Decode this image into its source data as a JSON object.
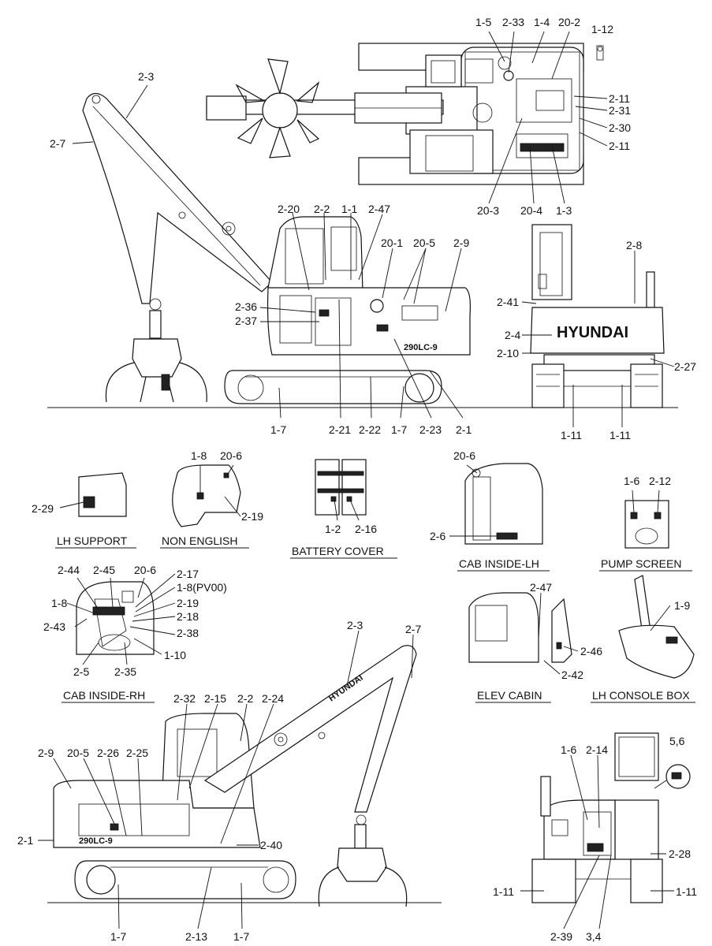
{
  "brand_text": "HYUNDAI",
  "model_text": "290LC-9",
  "captions": {
    "lh_support": "LH SUPPORT",
    "non_english": "NON ENGLISH",
    "battery_cover": "BATTERY COVER",
    "cab_inside_lh": "CAB INSIDE-LH",
    "pump_screen": "PUMP SCREEN",
    "cab_inside_rh": "CAB INSIDE-RH",
    "elev_cabin": "ELEV CABIN",
    "lh_console_box": "LH CONSOLE BOX"
  },
  "labels": {
    "top_1_5": "1-5",
    "top_2_33": "2-33",
    "top_1_4": "1-4",
    "top_20_2": "20-2",
    "top_1_12": "1-12",
    "top_2_11a": "2-11",
    "top_2_31": "2-31",
    "top_2_30": "2-30",
    "top_2_11b": "2-11",
    "top_20_3": "20-3",
    "top_20_4": "20-4",
    "top_1_3": "1-3",
    "lh_2_3": "2-3",
    "lh_2_7": "2-7",
    "lh_2_20": "2-20",
    "lh_2_2": "2-2",
    "lh_1_1": "1-1",
    "lh_2_47": "2-47",
    "lh_20_1": "20-1",
    "lh_20_5": "20-5",
    "lh_2_9": "2-9",
    "lh_2_36": "2-36",
    "lh_2_37": "2-37",
    "lh_1_7a": "1-7",
    "lh_2_21": "2-21",
    "lh_2_22": "2-22",
    "lh_1_7b": "1-7",
    "lh_2_23": "2-23",
    "lh_2_1": "2-1",
    "rear_2_8": "2-8",
    "rear_2_41": "2-41",
    "rear_2_4": "2-4",
    "rear_2_10": "2-10",
    "rear_2_27": "2-27",
    "rear_1_11a": "1-11",
    "rear_1_11b": "1-11",
    "sup_2_29": "2-29",
    "ne_1_8": "1-8",
    "ne_20_6": "20-6",
    "ne_2_19": "2-19",
    "bat_1_2": "1-2",
    "bat_2_16": "2-16",
    "cil_20_6": "20-6",
    "cil_2_6": "2-6",
    "ps_1_6": "1-6",
    "ps_2_12": "2-12",
    "crh_2_44": "2-44",
    "crh_2_45": "2-45",
    "crh_20_6": "20-6",
    "crh_2_17": "2-17",
    "crh_1_8pv": "1-8(PV00)",
    "crh_1_8": "1-8",
    "crh_2_19": "2-19",
    "crh_2_18": "2-18",
    "crh_2_43": "2-43",
    "crh_2_38": "2-38",
    "crh_1_10": "1-10",
    "crh_2_5": "2-5",
    "crh_2_35": "2-35",
    "el_2_47": "2-47",
    "el_2_46": "2-46",
    "el_2_42": "2-42",
    "con_1_9": "1-9",
    "rh_2_3": "2-3",
    "rh_2_7": "2-7",
    "rh_2_32": "2-32",
    "rh_2_15": "2-15",
    "rh_2_2": "2-2",
    "rh_2_24": "2-24",
    "rh_2_9": "2-9",
    "rh_20_5": "20-5",
    "rh_2_26": "2-26",
    "rh_2_25": "2-25",
    "rh_2_1": "2-1",
    "rh_2_40": "2-40",
    "rh_1_7a": "1-7",
    "rh_2_13": "2-13",
    "rh_1_7b": "1-7",
    "fr_1_6": "1-6",
    "fr_2_14": "2-14",
    "fr_5_6": "5,6",
    "fr_2_28": "2-28",
    "fr_1_11a": "1-11",
    "fr_1_11b": "1-11",
    "fr_2_39": "2-39",
    "fr_3_4": "3,4"
  }
}
